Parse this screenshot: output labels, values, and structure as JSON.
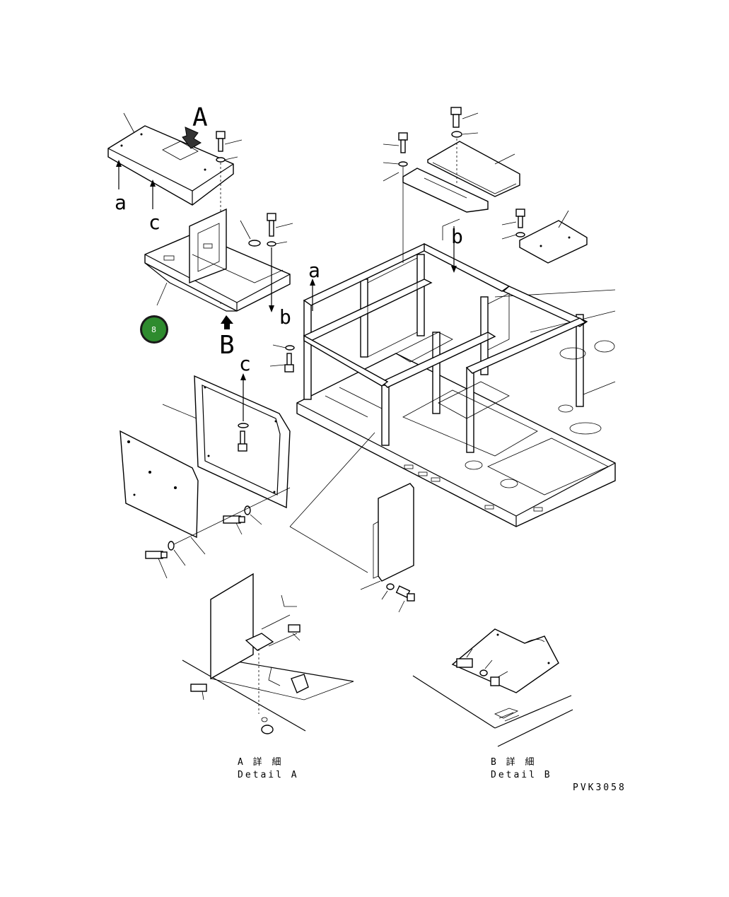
{
  "labels": {
    "view_a": "A",
    "view_b": "B",
    "arrow_a1": "a",
    "arrow_a2": "a",
    "arrow_b1": "b",
    "arrow_b2": "b",
    "arrow_c1": "c",
    "arrow_c2": "c"
  },
  "callout": {
    "number": "8",
    "color": "#2e8b2e"
  },
  "detail_a": {
    "jp": "A 詳 細",
    "en": "Detail A"
  },
  "detail_b": {
    "jp": "B 詳 細",
    "en": "Detail B"
  },
  "drawing_number": "PVK3058"
}
